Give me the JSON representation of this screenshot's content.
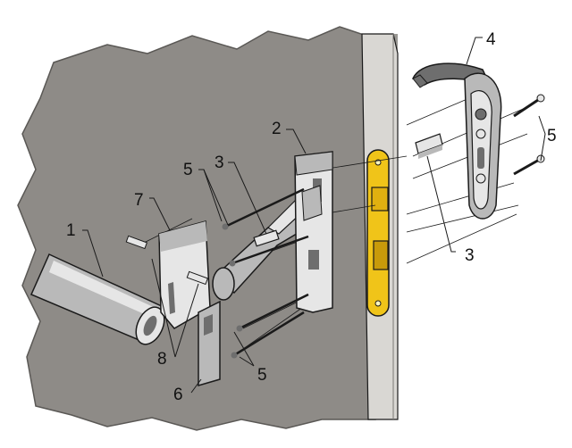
{
  "colors": {
    "wall": "#8e8b87",
    "wall_edge": "#5a5855",
    "door_face": "#d9d7d3",
    "door_edge": "#9a9894",
    "faceplate": "#f0c419",
    "metal_light": "#e6e6e6",
    "metal_mid": "#b9b9b9",
    "metal_dark": "#6e6e6e",
    "line": "#1a1a1a"
  },
  "callouts": [
    {
      "id": "1",
      "text": "1"
    },
    {
      "id": "2",
      "text": "2"
    },
    {
      "id": "3a",
      "text": "3"
    },
    {
      "id": "3b",
      "text": "3"
    },
    {
      "id": "4",
      "text": "4"
    },
    {
      "id": "5a",
      "text": "5"
    },
    {
      "id": "5b",
      "text": "5"
    },
    {
      "id": "5c",
      "text": "5"
    },
    {
      "id": "6",
      "text": "6"
    },
    {
      "id": "7",
      "text": "7"
    },
    {
      "id": "8",
      "text": "8"
    }
  ]
}
